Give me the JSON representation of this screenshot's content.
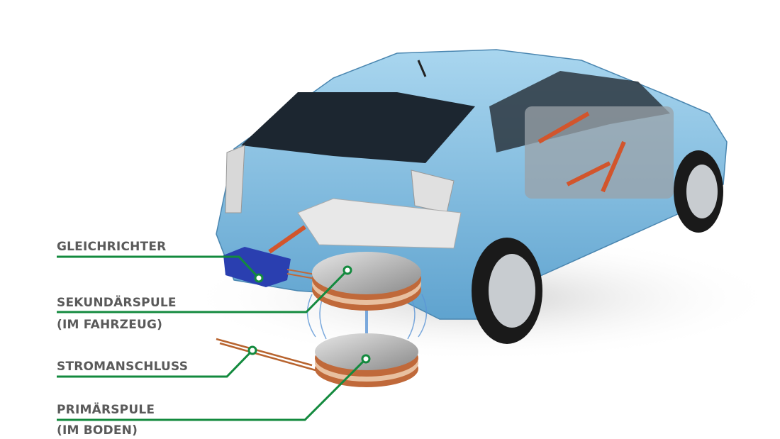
{
  "labels": {
    "rectifier": "GLEICHRICHTER",
    "secondary_coil": "SEKUNDÄRSPULE",
    "secondary_coil_note": "(IM FAHRZEUG)",
    "power_connection": "STROMANSCHLUSS",
    "primary_coil": "PRIMÄRSPULE",
    "primary_coil_note": "(IM BODEN)"
  },
  "colors": {
    "leader_line": "#138a3e",
    "label_text": "#5a5a5a",
    "car_body": "#8cc3e3",
    "copper": "#c0693a"
  }
}
